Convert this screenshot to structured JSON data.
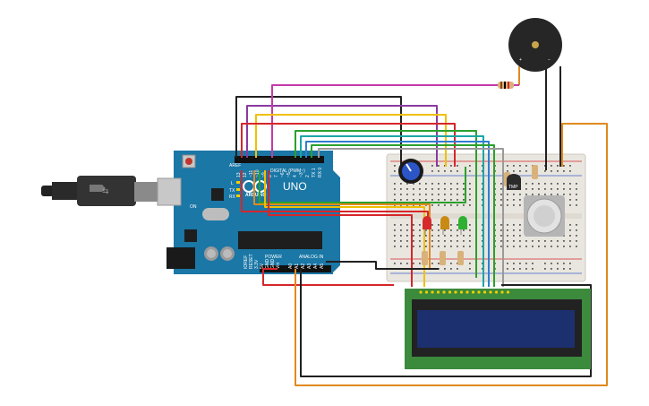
{
  "arduino": {
    "brand": "ARDUINO",
    "model": "UNO",
    "digital_label": "DIGITAL (PWM~)",
    "power_label": "POWER",
    "analog_label": "ANALOG IN",
    "tx_label": "TX",
    "rx_label": "RX",
    "l_label": "L",
    "on_label": "ON",
    "aref_label": "AREF",
    "gnd_label": "GND",
    "digital_pins": [
      "13",
      "12",
      "~11",
      "~10",
      "~9",
      "8",
      "7",
      "~6",
      "~5",
      "4",
      "~3",
      "2",
      "TX 1",
      "RX 0"
    ],
    "power_pins": [
      "IOREF",
      "RESET",
      "3.3V",
      "5V",
      "GND",
      "GND",
      "Vin"
    ],
    "analog_pins": [
      "A0",
      "A1",
      "A2",
      "A3",
      "A4",
      "A5"
    ]
  },
  "components": {
    "temp_sensor_label": "TMP",
    "buzzer_plus": "+",
    "buzzer_minus": "−",
    "led_colors": [
      "#d62a2a",
      "#c98a14",
      "#2fb030"
    ]
  },
  "colors": {
    "arduino_blue": "#1a77a6",
    "wire_red": "#d6262a",
    "wire_black": "#202020",
    "wire_yellow": "#f0c000",
    "wire_purple": "#8a3aa0",
    "wire_magenta": "#c43aa8",
    "wire_green": "#2ca02c",
    "wire_teal": "#1aa6a6",
    "wire_blue": "#2f7fd0",
    "wire_orange": "#e08a1e",
    "wire_gray": "#808080",
    "lcd_green": "#3c8a3c",
    "lcd_screen": "#1c2f6e",
    "breadboard": "#e9e6df"
  }
}
